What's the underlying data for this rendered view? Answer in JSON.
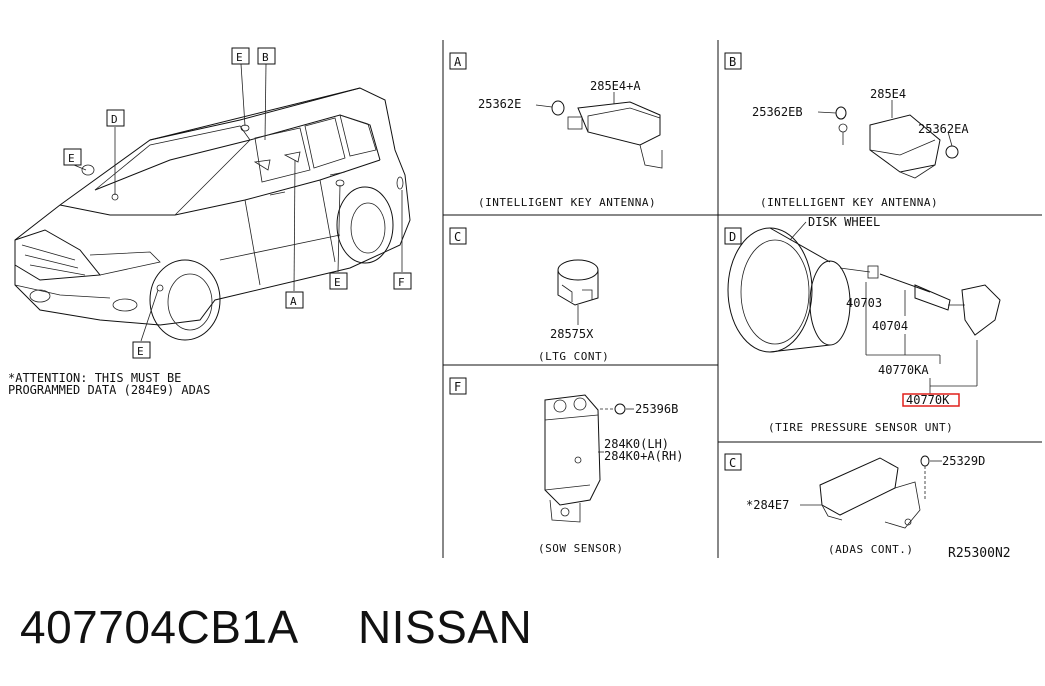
{
  "car_callouts": [
    "E",
    "B",
    "D",
    "E",
    "A",
    "E",
    "F",
    "E"
  ],
  "attention_note": {
    "line1": "*ATTENTION: THIS MUST BE",
    "line2": "PROGRAMMED DATA (284E9) ADAS"
  },
  "panels": {
    "A": {
      "letter": "A",
      "parts": [
        "25362E",
        "285E4+A"
      ],
      "caption": "(INTELLIGENT KEY ANTENNA)"
    },
    "B": {
      "letter": "B",
      "parts": [
        "25362EB",
        "285E4",
        "25362EA"
      ],
      "caption": "(INTELLIGENT KEY ANTENNA)"
    },
    "C": {
      "letter": "C",
      "parts": [
        "28575X"
      ],
      "caption": "(LTG CONT)"
    },
    "D": {
      "letter": "D",
      "label_disk": "DISK WHEEL",
      "parts": [
        "40703",
        "40704",
        "40770KA",
        "40770K"
      ],
      "caption": "(TIRE PRESSURE SENSOR UNT)"
    },
    "F": {
      "letter": "F",
      "parts": [
        "25396B",
        "284K0(LH)",
        "284K0+A(RH)"
      ],
      "caption": "(SOW SENSOR)"
    },
    "C2": {
      "letter": "C",
      "parts": [
        "25329D",
        "*284E7"
      ],
      "caption": "(ADAS CONT.)"
    }
  },
  "figure_code": "R25300N2",
  "part_number": "407704CB1A",
  "brand": "NISSAN",
  "colors": {
    "highlight": "#e0201c",
    "ink": "#111111"
  }
}
